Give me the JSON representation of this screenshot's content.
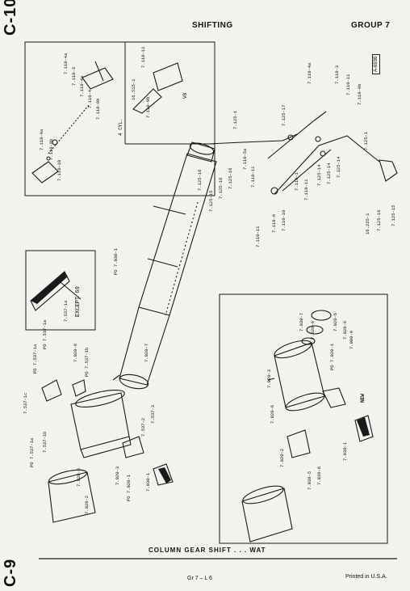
{
  "page": {
    "tab_top": "C-10",
    "tab_bottom": "C-9",
    "title": "SHIFTING",
    "group": "GROUP 7",
    "figure_id": "A-6936",
    "caption": "COLUMN GEAR SHIFT . . . WAT",
    "page_number": "Gr 7 – L 6",
    "printed": "Printed in U.S.A."
  },
  "insets": {
    "engine_4cyl": "4 CYL.",
    "engine_v8": "V8",
    "except": "EXCEPT 60",
    "new": "NEW"
  },
  "labels": {
    "l1": "7.110-4a",
    "l2": "7.110-3",
    "l3": "7.110-4a",
    "l4": "7.110-4",
    "l5": "7.110-9b",
    "l6": "7.110-9a",
    "l7": "7.110-9b",
    "l8": "7.110-10",
    "l9": "7.110-11",
    "l10": "16.515-1",
    "l11": "7.110-9b",
    "l12": "7.125-1",
    "l13": "7.125-17",
    "l14": "7.110-4a",
    "l15": "7.110-3",
    "l16": "7.110-11",
    "l17": "7.110-9b",
    "l18": "7.125-1",
    "l19": "7.110-5a",
    "l20": "7.110-11",
    "l21": "7.125-16",
    "l22": "7.125-15",
    "l23": "7.125-16",
    "l24": "7.125-16",
    "l25": "7.110-1",
    "l26": "7.110-11",
    "l27": "7.125-14",
    "l28": "7.125-14",
    "l29": "7.125-14",
    "l30": "7.110-10",
    "l31": "7.110-9",
    "l32": "7.110-11",
    "l33": "16.225-1",
    "l34": "7.125-16",
    "l35": "7.125-15",
    "l36": "PO 7.030-1",
    "l37": "7.537-1a",
    "l38": "7.020-7",
    "l39": "PO 7.537-1a",
    "l40": "PO 7.537-1a",
    "l41": "7.020-8",
    "l42": "PO 7.537-1b",
    "l43": "7.537-1c",
    "l44": "PO 7.537-1a",
    "l45": "7.537-1b",
    "l46": "7.020-6",
    "l47": "7.020-2",
    "l48": "7.537-2",
    "l49": "7.537-3",
    "l50": "PO 7.020-1",
    "l51": "7.020-3",
    "l52": "7.030-1",
    "l53": "7.030-7",
    "l54": "7.020-9",
    "l55": "7.020-6",
    "l56": "7.020-8",
    "l57": "7.000-9",
    "l58": "PO 7.020-1",
    "l59": "7.020-3",
    "l60": "7.020-6",
    "l61": "7.020-2",
    "l62": "7.038-5",
    "l63": "7.036-6",
    "l64": "7.030-1"
  }
}
